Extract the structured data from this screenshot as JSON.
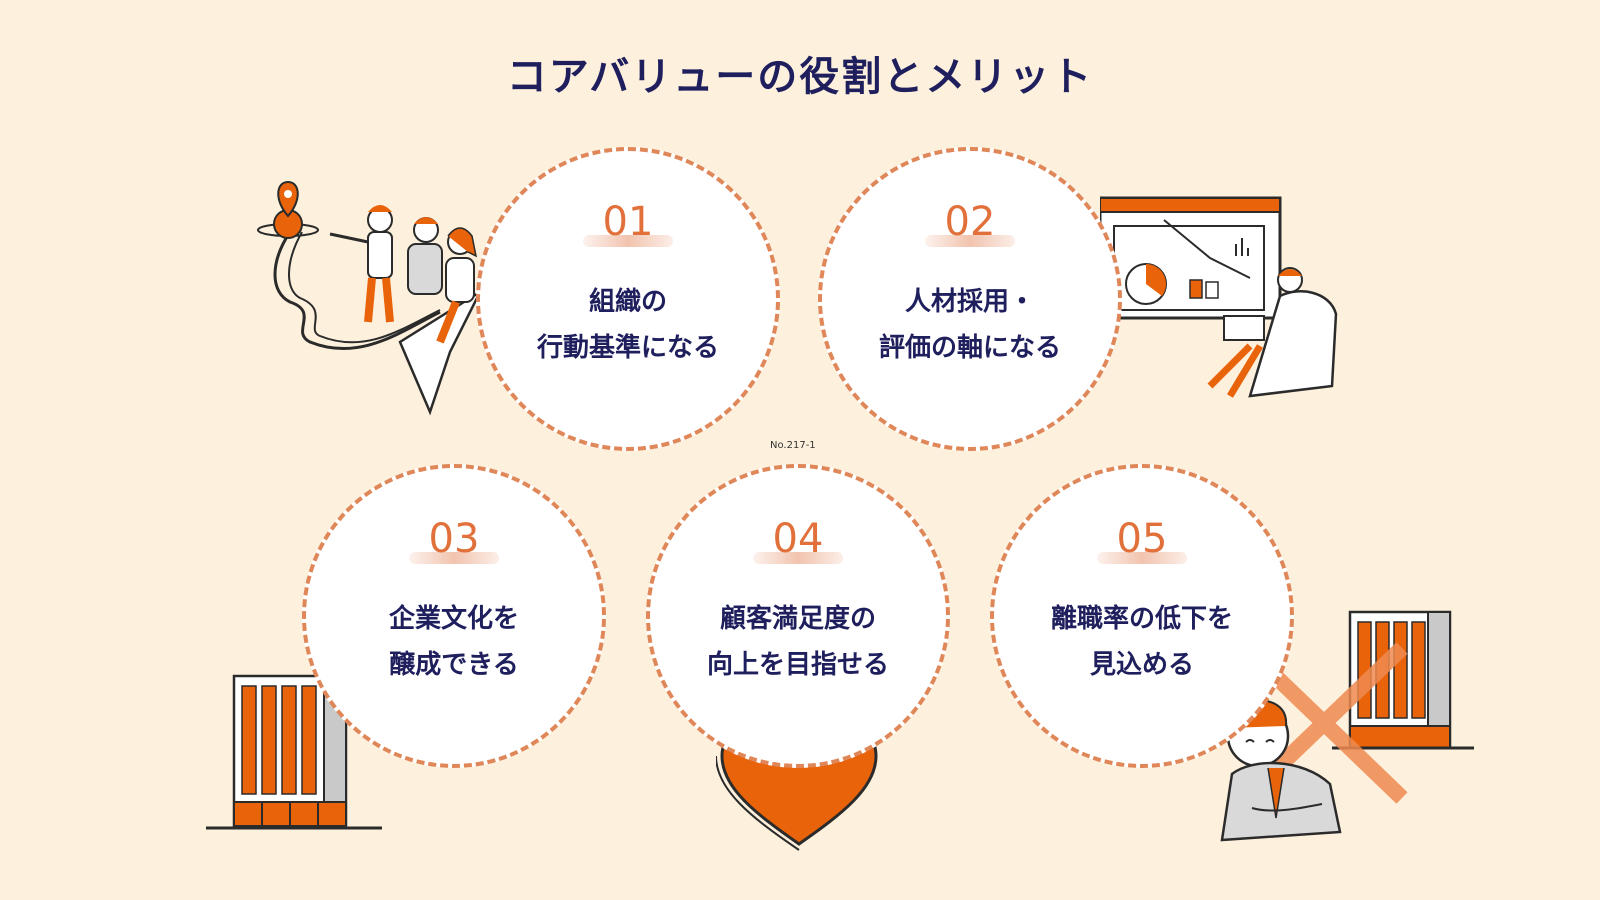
{
  "title": "コアバリューの役割とメリット",
  "doc_number": "No.217-1",
  "items": [
    {
      "number": "01",
      "lines": [
        "組織の",
        "行動基準になる"
      ]
    },
    {
      "number": "02",
      "lines": [
        "人材採用・",
        "評価の軸になる"
      ]
    },
    {
      "number": "03",
      "lines": [
        "企業文化を",
        "醸成できる"
      ]
    },
    {
      "number": "04",
      "lines": [
        "顧客満足度の",
        "向上を目指せる"
      ]
    },
    {
      "number": "05",
      "lines": [
        "離職率の低下を",
        "見込める"
      ]
    }
  ],
  "colors": {
    "accent": "#e8630a",
    "navy": "#1f1f5e",
    "dash": "#e0875a",
    "background": "#fdf1dd"
  },
  "icons": [
    "team-on-paper-plane-illustration",
    "presentation-board-illustration",
    "office-building-icon",
    "heart-icon",
    "tired-businessman-illustration"
  ]
}
